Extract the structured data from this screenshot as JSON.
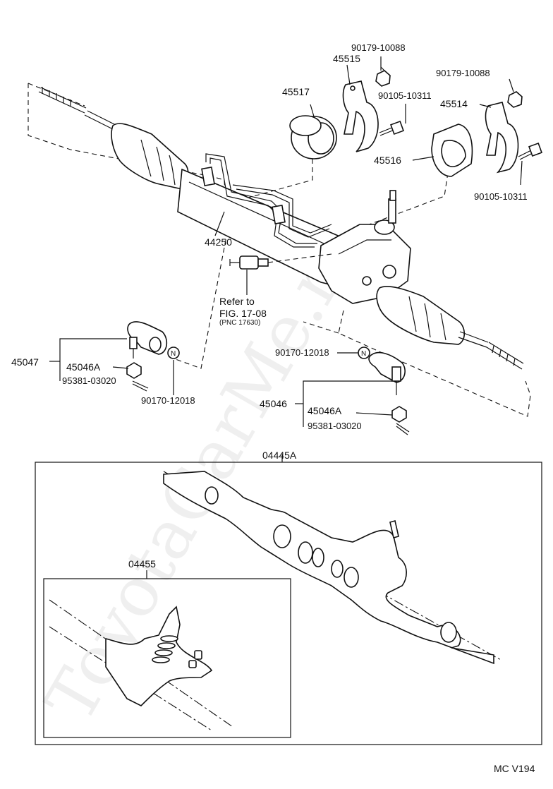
{
  "watermark": "ToyotaCarMe.ru",
  "footer_code": "MC V194",
  "labels": {
    "p90179_a": "90179-10088",
    "p45515": "45515",
    "p45517": "45517",
    "p90105_a": "90105-10311",
    "p90179_b": "90179-10088",
    "p45514": "45514",
    "p45516": "45516",
    "p90105_b": "90105-10311",
    "p44250": "44250",
    "refer_line1": "Refer to",
    "refer_line2": "FIG. 17-08",
    "refer_pnc": "(PNC 17630)",
    "p45047": "45047",
    "p45046A_l": "45046A",
    "p95381_l": "95381-03020",
    "p90170_l": "90170-12018",
    "p90170_r": "90170-12018",
    "p45046": "45046",
    "p45046A_r": "45046A",
    "p95381_r": "95381-03020",
    "p04445A": "04445A",
    "p04455": "04455",
    "nut_n": "N"
  }
}
